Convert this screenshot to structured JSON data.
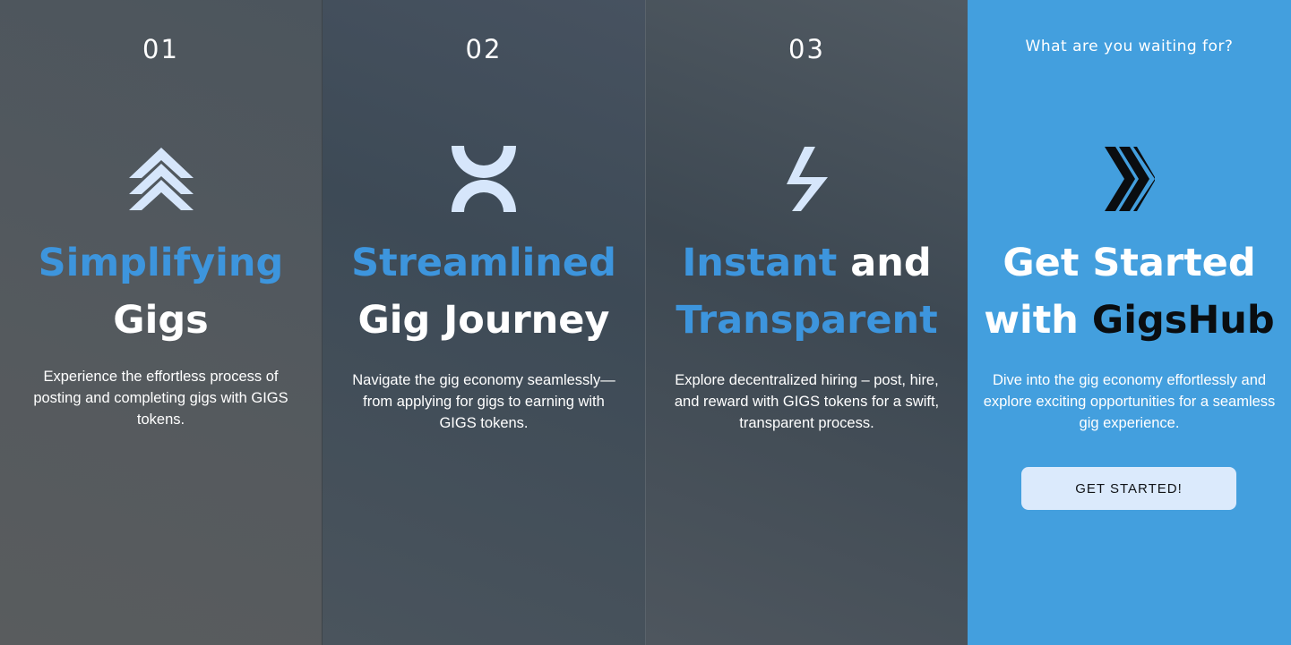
{
  "steps": [
    {
      "number": "01",
      "icon": "chevrons-up-icon",
      "heading_accent": "Simplifying",
      "heading_rest": "Gigs",
      "description": "Experience the effortless process of posting and completing gigs with GIGS tokens."
    },
    {
      "number": "02",
      "icon": "journey-icon",
      "heading_accent": "Streamlined",
      "heading_rest": "Gig Journey",
      "description": "Navigate the gig economy seamlessly—from applying for gigs to earning with GIGS tokens."
    },
    {
      "number": "03",
      "icon": "lightning-icon",
      "heading_accent_1": "Instant",
      "heading_mid": "and",
      "heading_accent_2": "Transparent",
      "description": "Explore decentralized hiring – post, hire, and reward with GIGS tokens for a swift, transparent process."
    }
  ],
  "cta_panel": {
    "tagline": "What are you waiting for?",
    "icon": "fast-forward-icon",
    "heading_line1": "Get Started",
    "heading_with": "with",
    "heading_brand": "GigsHub",
    "description": "Dive into the gig economy effortlessly and explore exciting opportunities for a seamless gig experience.",
    "button_label": "GET STARTED!"
  },
  "colors": {
    "accent": "#3d95dd",
    "cta_background": "#439fde",
    "icon_light": "#d6e6fb",
    "button_bg": "#dbeafc"
  }
}
